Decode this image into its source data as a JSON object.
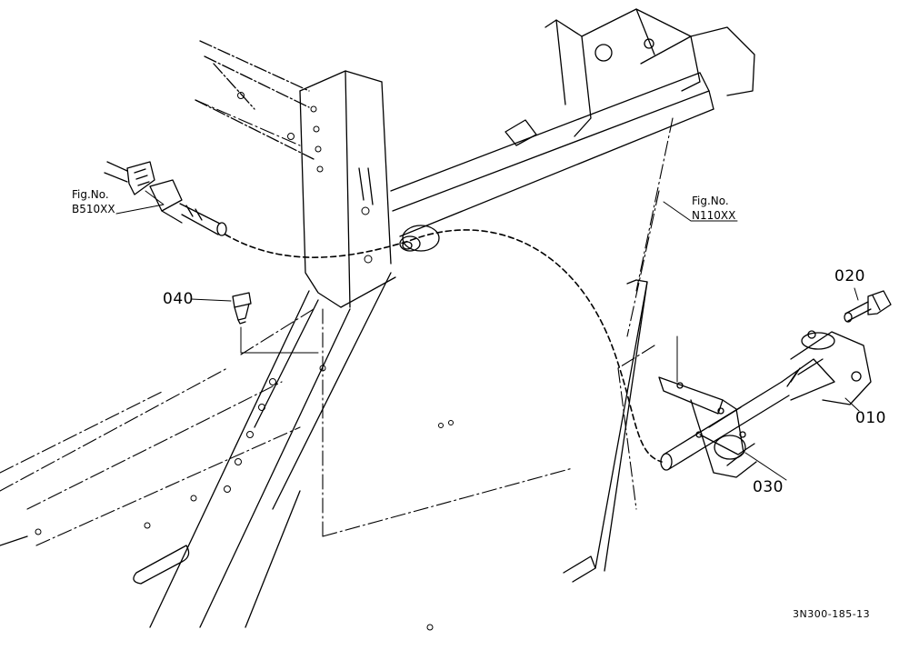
{
  "callouts": [
    {
      "id": "010",
      "text": "010"
    },
    {
      "id": "020",
      "text": "020"
    },
    {
      "id": "030",
      "text": "030"
    },
    {
      "id": "040",
      "text": "040"
    }
  ],
  "figure_references": [
    {
      "line1": "Fig.No.",
      "line2": "B510XX"
    },
    {
      "line1": "Fig.No.",
      "line2": "N110XX"
    }
  ],
  "drawing_code": "3N300-185-13",
  "colors": {
    "ink": "#000000",
    "paper": "#ffffff"
  }
}
